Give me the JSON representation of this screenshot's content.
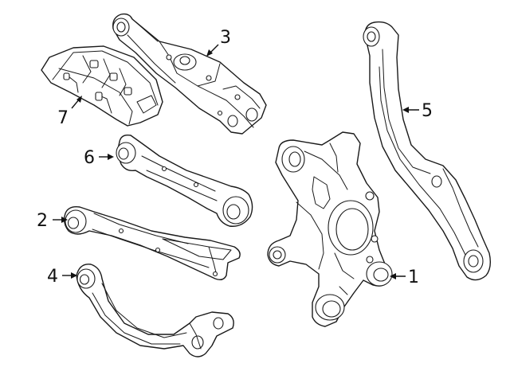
{
  "diagram": {
    "callouts": [
      {
        "id": "1",
        "label": "1"
      },
      {
        "id": "2",
        "label": "2"
      },
      {
        "id": "3",
        "label": "3"
      },
      {
        "id": "4",
        "label": "4"
      },
      {
        "id": "5",
        "label": "5"
      },
      {
        "id": "6",
        "label": "6"
      },
      {
        "id": "7",
        "label": "7"
      }
    ],
    "colors": {
      "line": "#1a1a1a",
      "background": "#ffffff"
    }
  }
}
